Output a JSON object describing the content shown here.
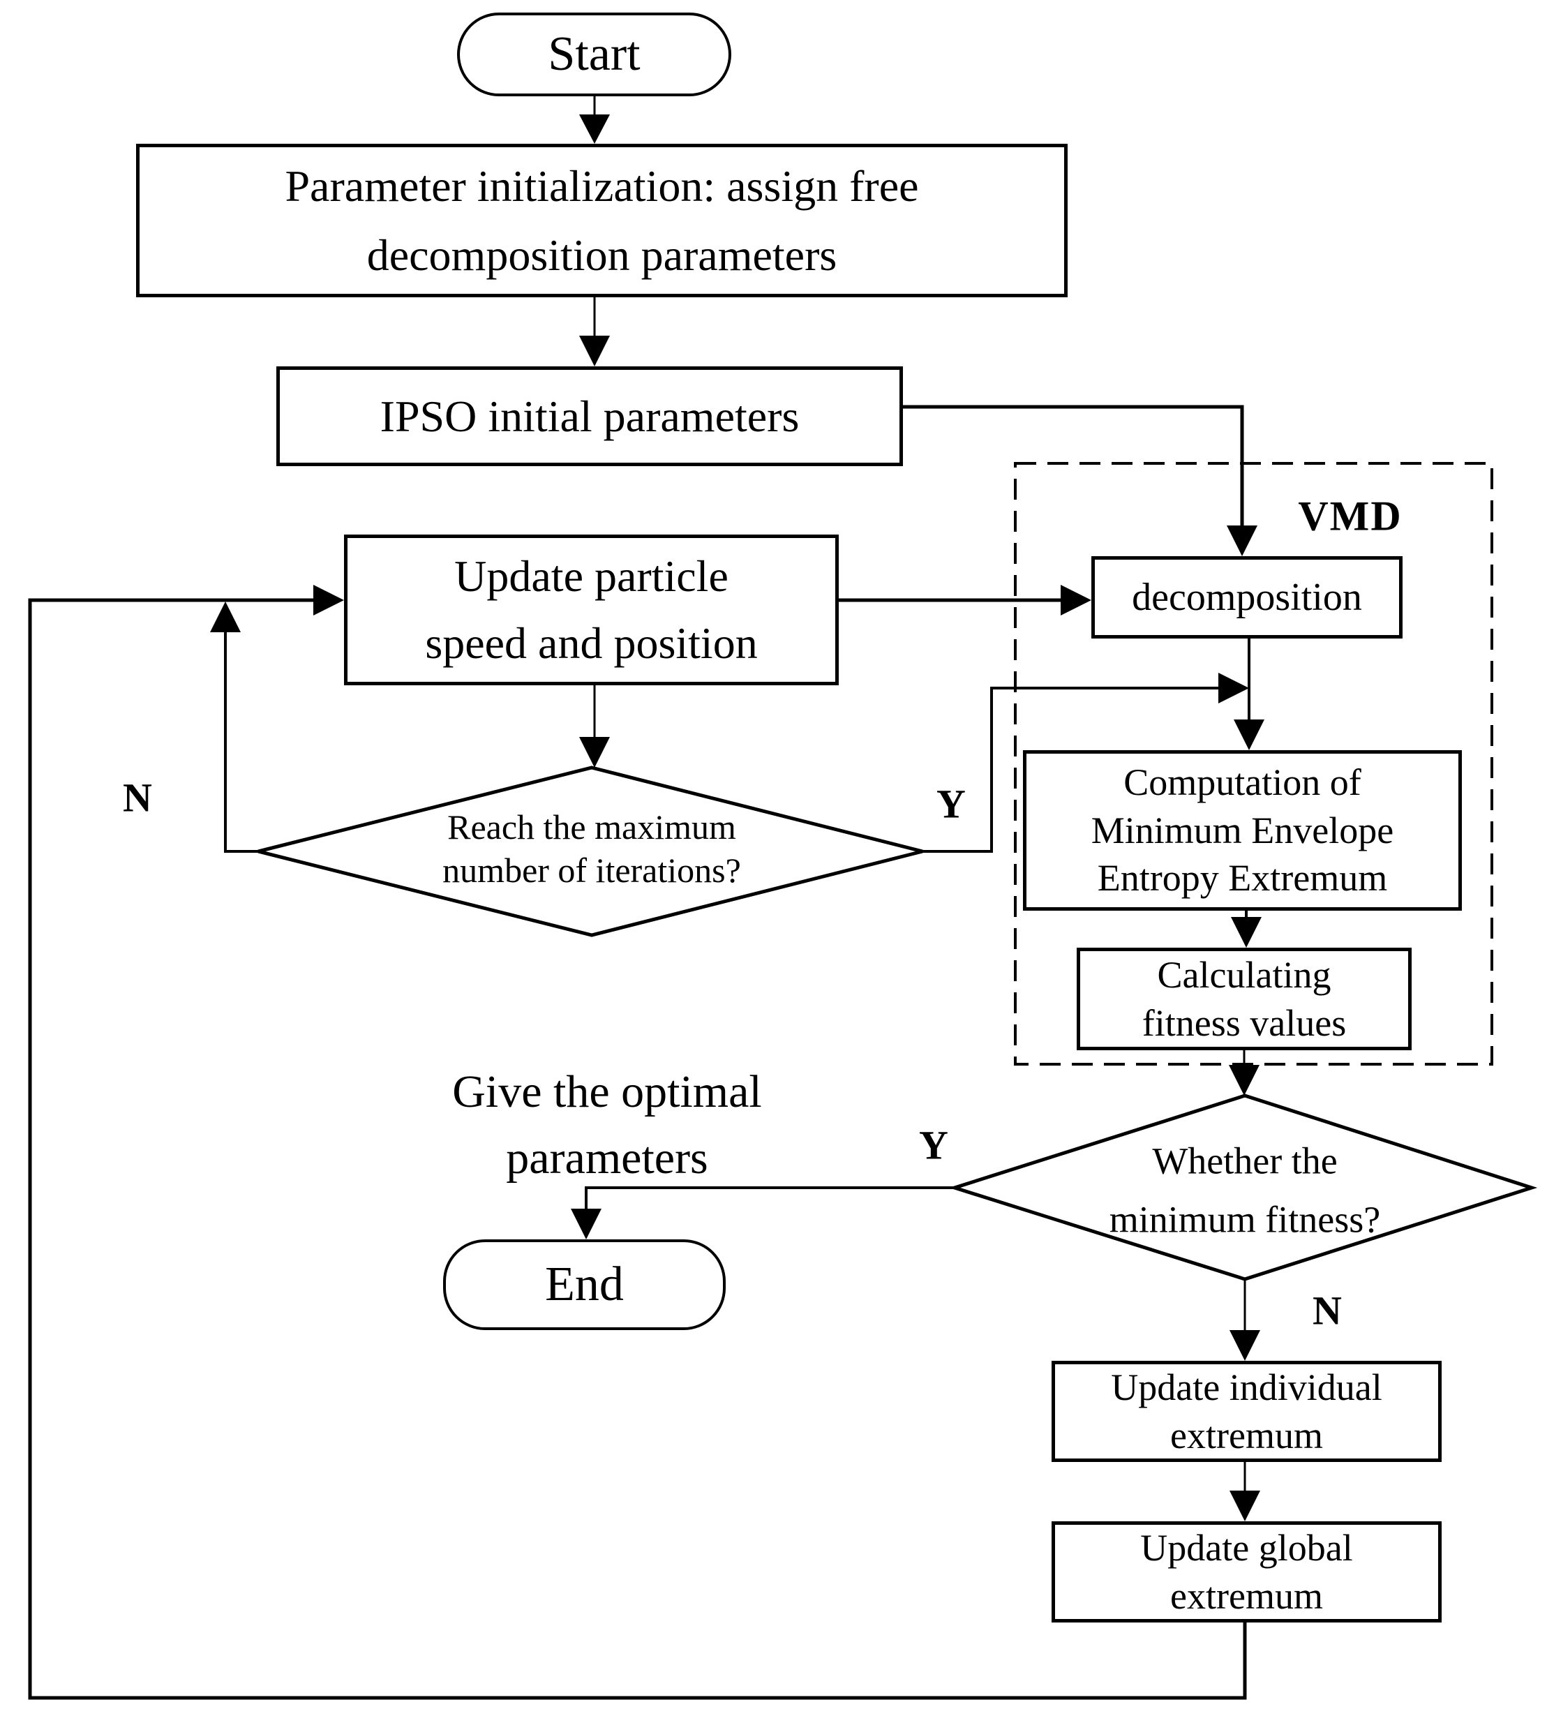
{
  "figure": {
    "type": "flowchart",
    "colors": {
      "stroke": "#000000",
      "background": "#ffffff",
      "text": "#000000"
    },
    "nodes": {
      "start": {
        "label": "Start"
      },
      "param_init": {
        "lines": [
          "Parameter initialization: assign free",
          "decomposition parameters"
        ]
      },
      "ipso": {
        "label": "IPSO initial parameters"
      },
      "update_particle": {
        "lines": [
          "Update particle",
          "speed and position"
        ]
      },
      "decomposition": {
        "label": "decomposition"
      },
      "computation": {
        "lines": [
          "Computation of",
          "Minimum Envelope",
          "Entropy Extremum"
        ]
      },
      "calc_fitness": {
        "lines": [
          "Calculating",
          "fitness values"
        ]
      },
      "diamond_iterations": {
        "lines": [
          "Reach the maximum",
          "number of iterations?"
        ]
      },
      "diamond_fitness": {
        "lines": [
          "Whether the",
          "minimum fitness?"
        ]
      },
      "give_optimal": {
        "lines": [
          "Give the optimal",
          "parameters"
        ]
      },
      "end": {
        "label": "End"
      },
      "update_individual": {
        "lines": [
          "Update individual",
          "extremum"
        ]
      },
      "update_global": {
        "lines": [
          "Update global",
          "extremum"
        ]
      }
    },
    "container": {
      "vmd_label": "VMD"
    },
    "branch_labels": {
      "iterations_no": "N",
      "iterations_yes": "Y",
      "fitness_yes": "Y",
      "fitness_no": "N"
    }
  }
}
